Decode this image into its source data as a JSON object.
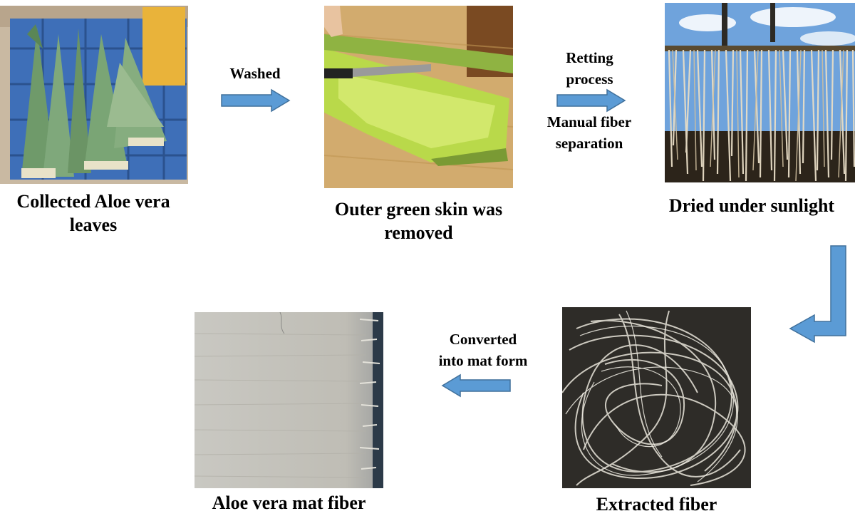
{
  "colors": {
    "arrow_fill": "#5b9bd5",
    "arrow_stroke": "#41719c"
  },
  "steps": [
    {
      "caption_line1": "Collected Aloe vera",
      "caption_line2": "leaves"
    },
    {
      "caption_line1": "Outer green skin was",
      "caption_line2": "removed"
    },
    {
      "caption_line1": "Dried under sunlight"
    },
    {
      "caption_line1": "Extracted fiber"
    },
    {
      "caption_line1": "Aloe vera mat fiber"
    }
  ],
  "transitions": [
    {
      "label_line1": "Washed"
    },
    {
      "label_line1": "Retting",
      "label_line2": "process",
      "label_line3": "Manual fiber",
      "label_line4": "separation"
    },
    {},
    {
      "label_line1": "Converted",
      "label_line2": "into mat form"
    }
  ]
}
